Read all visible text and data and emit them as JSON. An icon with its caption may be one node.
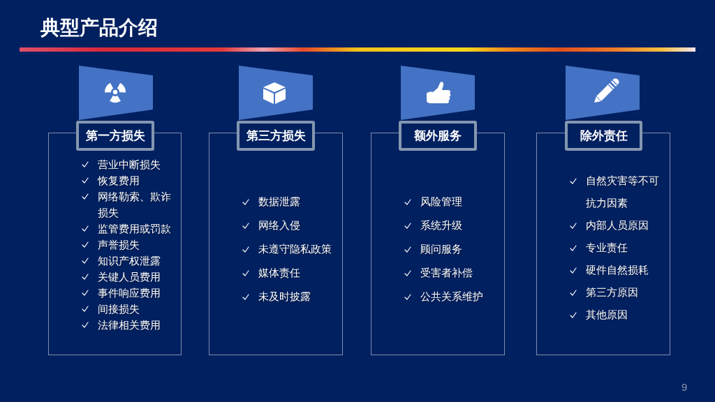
{
  "diagram": {
    "title": "典型产品介绍",
    "nodes": [
      {
        "text": [
          "第一方损失"
        ]
      },
      {
        "text": [
          "营业中断损失",
          "恢复费用",
          "网络勒索、欺诈损失",
          "监管费用或罚款",
          "声誉损失",
          "知识产权泄露",
          "关键人员费用",
          "事件响应费用",
          "间接损失",
          "法律相关费用"
        ]
      },
      {
        "text": [
          "第三方损失"
        ]
      },
      {
        "text": [
          "数据泄露",
          "网络入侵",
          "未遵守隐私政策",
          "媒体责任",
          "未及时披露"
        ]
      },
      {
        "text": [
          "额外服务"
        ]
      },
      {
        "text": [
          "风险管理",
          "系统升级",
          "顾问服务",
          "受害者补偿",
          "公共关系维护"
        ]
      },
      {
        "text": [
          "除外责任"
        ]
      },
      {
        "text": [
          "自然灾害等不可抗力因素",
          "内部人员原因",
          "专业责任",
          "硬件自然损耗",
          "第三方原因",
          "其他原因"
        ]
      }
    ],
    "labels": [
      "9"
    ]
  }
}
